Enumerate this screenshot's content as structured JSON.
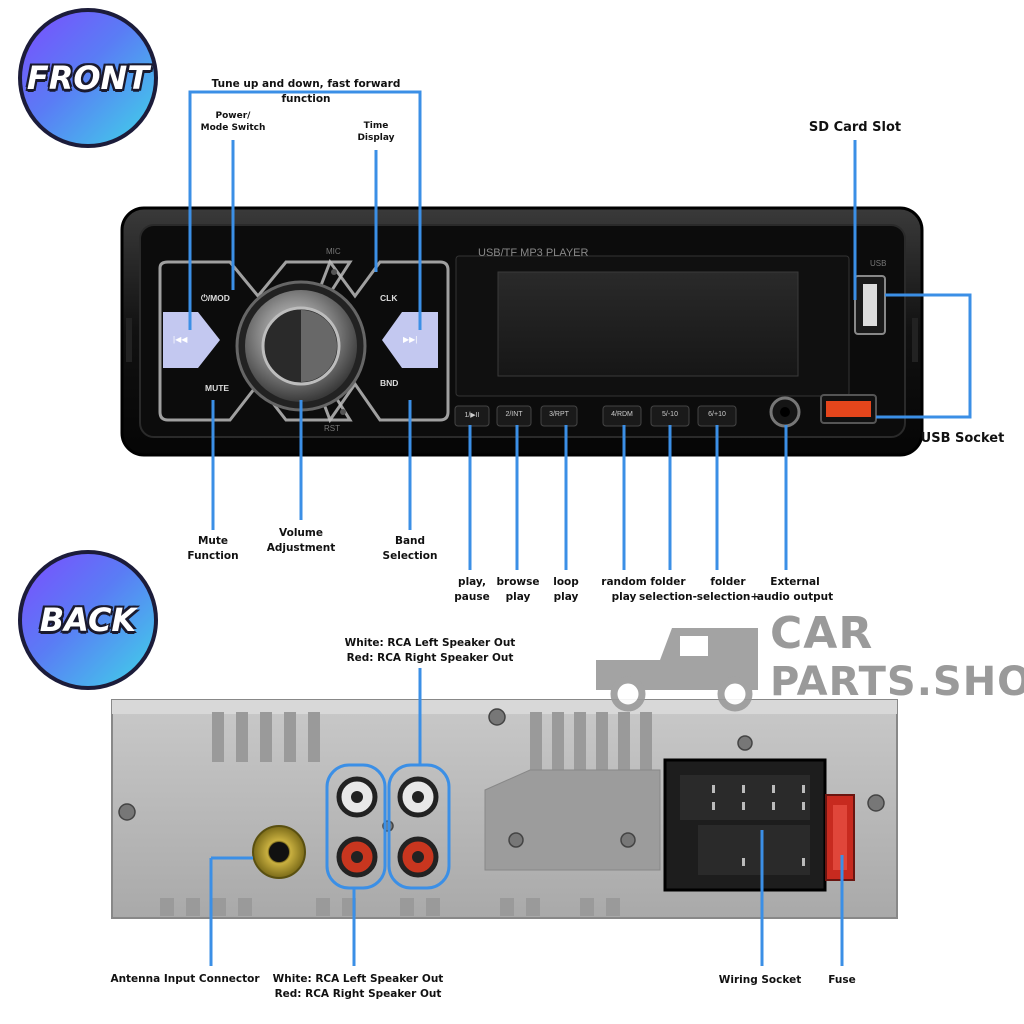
{
  "badges": {
    "front": "FRONT",
    "back": "BACK"
  },
  "front_device": {
    "panel_title": "USB/TF MP3 PLAYER",
    "mic_label": "MIC",
    "rst_label": "RST",
    "usb_label": "USB",
    "keys": {
      "mod": "⏻/MOD",
      "clk": "CLK",
      "mute": "MUTE",
      "bnd": "BND",
      "prev": "|◀◀",
      "next": "▶▶|"
    },
    "preset_buttons": [
      "1/▶II",
      "2/INT",
      "3/RPT",
      "4/RDM",
      "5/-10",
      "6/+10"
    ]
  },
  "front_labels": {
    "tune": "Tune up and down, fast forward function",
    "power": "Power/\nMode Switch",
    "time": "Time\nDisplay",
    "sd": "SD Card Slot",
    "usb": "USB Socket",
    "mute": "Mute\nFunction",
    "volume": "Volume\nAdjustment",
    "band": "Band\nSelection",
    "play": "play,\npause",
    "browse": "browse\nplay",
    "loop": "loop\nplay",
    "random": "random\nplay",
    "folder_minus": "folder\nselection-",
    "folder_plus": "folder\nselection+",
    "external": "External\naudio output"
  },
  "back_labels": {
    "rca_top": "White: RCA Left Speaker Out\nRed: RCA Right Speaker Out",
    "antenna": "Antenna Input Connector",
    "rca_bottom": "White: RCA Left Speaker Out\nRed: RCA Right Speaker Out",
    "wiring": "Wiring Socket",
    "fuse": "Fuse"
  },
  "brand": {
    "line1": "CAR",
    "line2": "PARTS.SHOP"
  },
  "colors": {
    "callout": "#3b8fe6",
    "badge_border": "#1c1c3a"
  }
}
